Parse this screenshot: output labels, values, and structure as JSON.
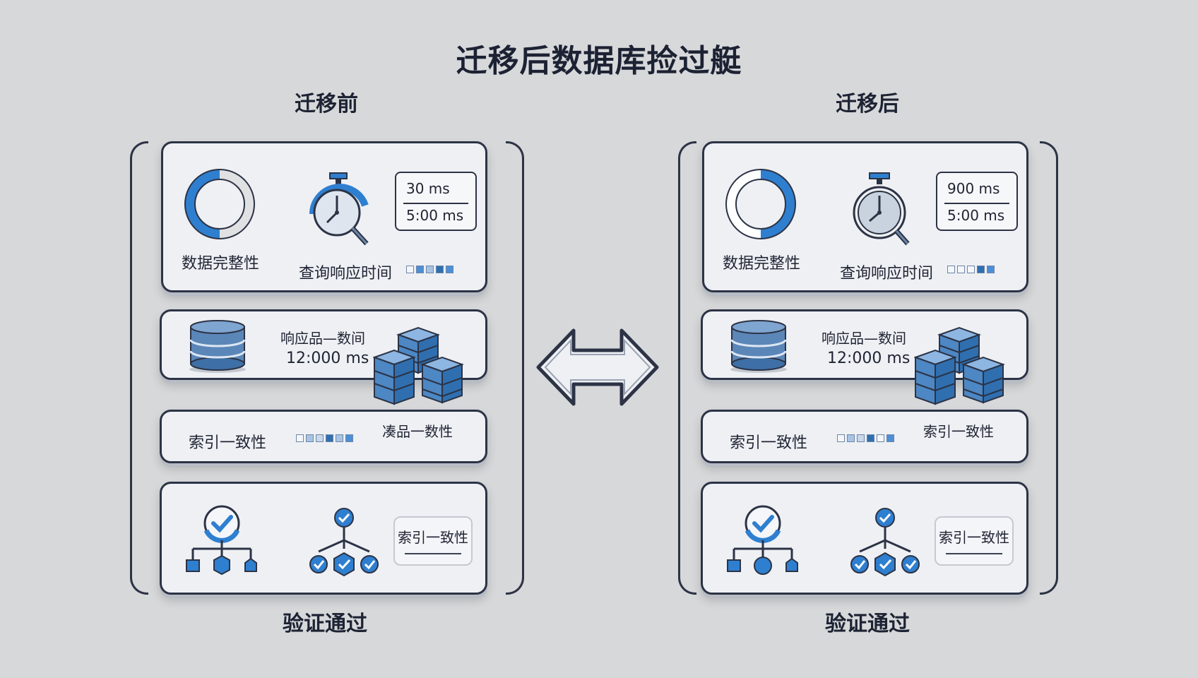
{
  "title": "迁移后数据库捡过艇",
  "arrow_icon": "double-arrow-icon",
  "columns": [
    {
      "header": "迁移前",
      "footer": "验证通过",
      "integrity_label": "数据完整性",
      "query_label": "查询响应时间",
      "query_value_top": "30 ms",
      "query_value_bottom": "5:00 ms",
      "db_label": "响应品—数间",
      "db_value": "12:000 ms",
      "index_label": "索引一致性",
      "index_label_right": "凑品一数性",
      "verify_box_label": "索引一致性",
      "integrity_fill": 0.42
    },
    {
      "header": "迁移后",
      "footer": "验证通过",
      "integrity_label": "数据完整性",
      "query_label": "查询响应时间",
      "query_value_top": "900 ms",
      "query_value_bottom": "5:00 ms",
      "db_label": "响应品—数间",
      "db_value": "12:000 ms",
      "index_label": "索引一致性",
      "index_label_right": "索引一致性",
      "verify_box_label": "索引一致性",
      "integrity_fill": 0.4
    }
  ],
  "colors": {
    "accent_blue": "#2f7fd0",
    "dark": "#2c3345",
    "panel": "#eef0f4"
  }
}
